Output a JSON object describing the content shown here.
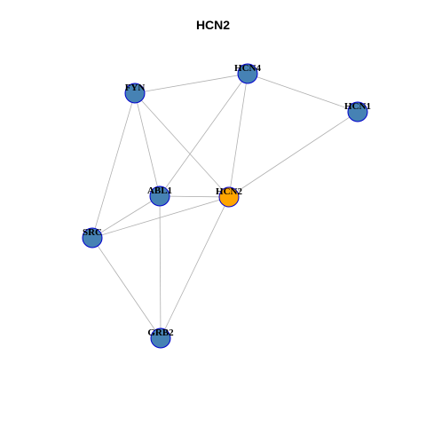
{
  "title": "HCN2",
  "colors": {
    "edge": "#b0b0b0",
    "node_fill": "#4682b4",
    "node_stroke": "#0000cd",
    "highlight_fill": "#ffa500",
    "label": "#000000"
  },
  "nodes": [
    {
      "id": "FYN",
      "label": "FYN",
      "highlight": false
    },
    {
      "id": "HCN4",
      "label": "HCN4",
      "highlight": false
    },
    {
      "id": "HCN1",
      "label": "HCN1",
      "highlight": false
    },
    {
      "id": "ABL1",
      "label": "ABL1",
      "highlight": false
    },
    {
      "id": "HCN2",
      "label": "HCN2",
      "highlight": true
    },
    {
      "id": "SRC",
      "label": "SRC",
      "highlight": false
    },
    {
      "id": "GRB2",
      "label": "GRB2",
      "highlight": false
    }
  ],
  "edges": [
    [
      "FYN",
      "HCN4"
    ],
    [
      "FYN",
      "ABL1"
    ],
    [
      "FYN",
      "HCN2"
    ],
    [
      "FYN",
      "SRC"
    ],
    [
      "HCN4",
      "HCN1"
    ],
    [
      "HCN4",
      "ABL1"
    ],
    [
      "HCN4",
      "HCN2"
    ],
    [
      "HCN1",
      "HCN2"
    ],
    [
      "ABL1",
      "HCN2"
    ],
    [
      "ABL1",
      "SRC"
    ],
    [
      "ABL1",
      "GRB2"
    ],
    [
      "HCN2",
      "SRC"
    ],
    [
      "HCN2",
      "GRB2"
    ],
    [
      "SRC",
      "GRB2"
    ]
  ]
}
